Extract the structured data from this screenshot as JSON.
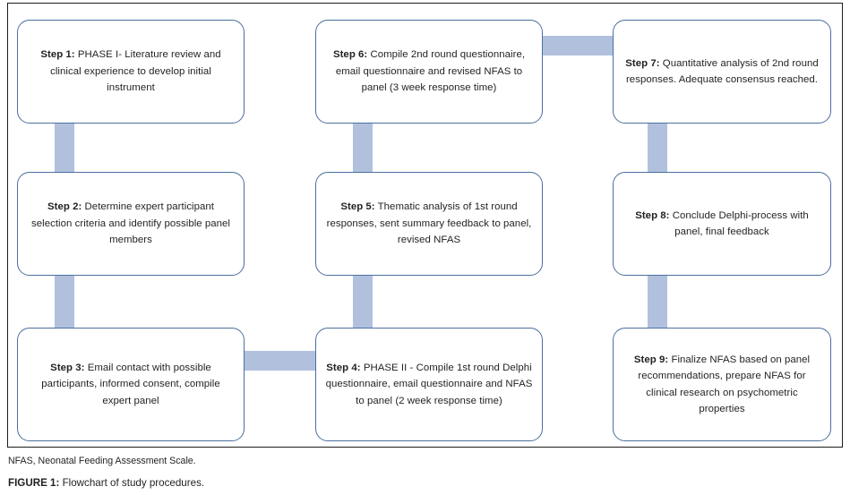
{
  "figure": {
    "abbreviation_note": "NFAS, Neonatal Feeding Assessment Scale.",
    "caption_prefix": "FIGURE 1:",
    "caption_text": " Flowchart of study procedures."
  },
  "colors": {
    "box_border": "#4a6f9e",
    "connector": "#b1c1dd",
    "frame_border": "#1c1c1c",
    "text": "#231f20",
    "background": "#ffffff"
  },
  "flowchart": {
    "title": "Flowchart of study procedures",
    "steps": [
      {
        "id": "step-1",
        "label": "Step 1:",
        "body": " PHASE I- Literature review and clinical experience to develop initial instrument",
        "column": 1,
        "row": 1
      },
      {
        "id": "step-2",
        "label": "Step 2:",
        "body": " Determine expert participant selection criteria and identify possible panel members",
        "column": 1,
        "row": 2
      },
      {
        "id": "step-3",
        "label": "Step 3:",
        "body": " Email contact with possible participants, informed consent, compile expert panel",
        "column": 1,
        "row": 3
      },
      {
        "id": "step-4",
        "label": "Step 4:",
        "body": " PHASE II - Compile 1st round Delphi questionnaire, email questionnaire and NFAS to panel (2 week response time)",
        "column": 2,
        "row": 3
      },
      {
        "id": "step-5",
        "label": "Step 5:",
        "body": " Thematic analysis of 1st round responses, sent summary feedback to panel, revised NFAS",
        "column": 2,
        "row": 2
      },
      {
        "id": "step-6",
        "label": "Step 6:",
        "body": " Compile 2nd round questionnaire, email questionnaire and revised NFAS to panel (3 week response time)",
        "column": 2,
        "row": 1
      },
      {
        "id": "step-7",
        "label": "Step 7:",
        "body": " Quantitative analysis of 2nd round responses. Adequate consensus reached.",
        "column": 3,
        "row": 1
      },
      {
        "id": "step-8",
        "label": "Step 8:",
        "body": " Conclude Delphi-process with panel, final feedback",
        "column": 3,
        "row": 2
      },
      {
        "id": "step-9",
        "label": "Step 9:",
        "body": " Finalize NFAS based on panel recommendations, prepare NFAS for clinical research on psychometric properties",
        "column": 3,
        "row": 3
      }
    ],
    "connectors": [
      {
        "id": "connector-step1-step2",
        "from": "step-1",
        "to": "step-2",
        "orientation": "vertical"
      },
      {
        "id": "connector-step2-step3",
        "from": "step-2",
        "to": "step-3",
        "orientation": "vertical"
      },
      {
        "id": "connector-step3-step4",
        "from": "step-3",
        "to": "step-4",
        "orientation": "horizontal"
      },
      {
        "id": "connector-step4-step5",
        "from": "step-4",
        "to": "step-5",
        "orientation": "vertical"
      },
      {
        "id": "connector-step5-step6",
        "from": "step-5",
        "to": "step-6",
        "orientation": "vertical"
      },
      {
        "id": "connector-step6-step7",
        "from": "step-6",
        "to": "step-7",
        "orientation": "horizontal"
      },
      {
        "id": "connector-step7-step8",
        "from": "step-7",
        "to": "step-8",
        "orientation": "vertical"
      },
      {
        "id": "connector-step8-step9",
        "from": "step-8",
        "to": "step-9",
        "orientation": "vertical"
      }
    ]
  }
}
